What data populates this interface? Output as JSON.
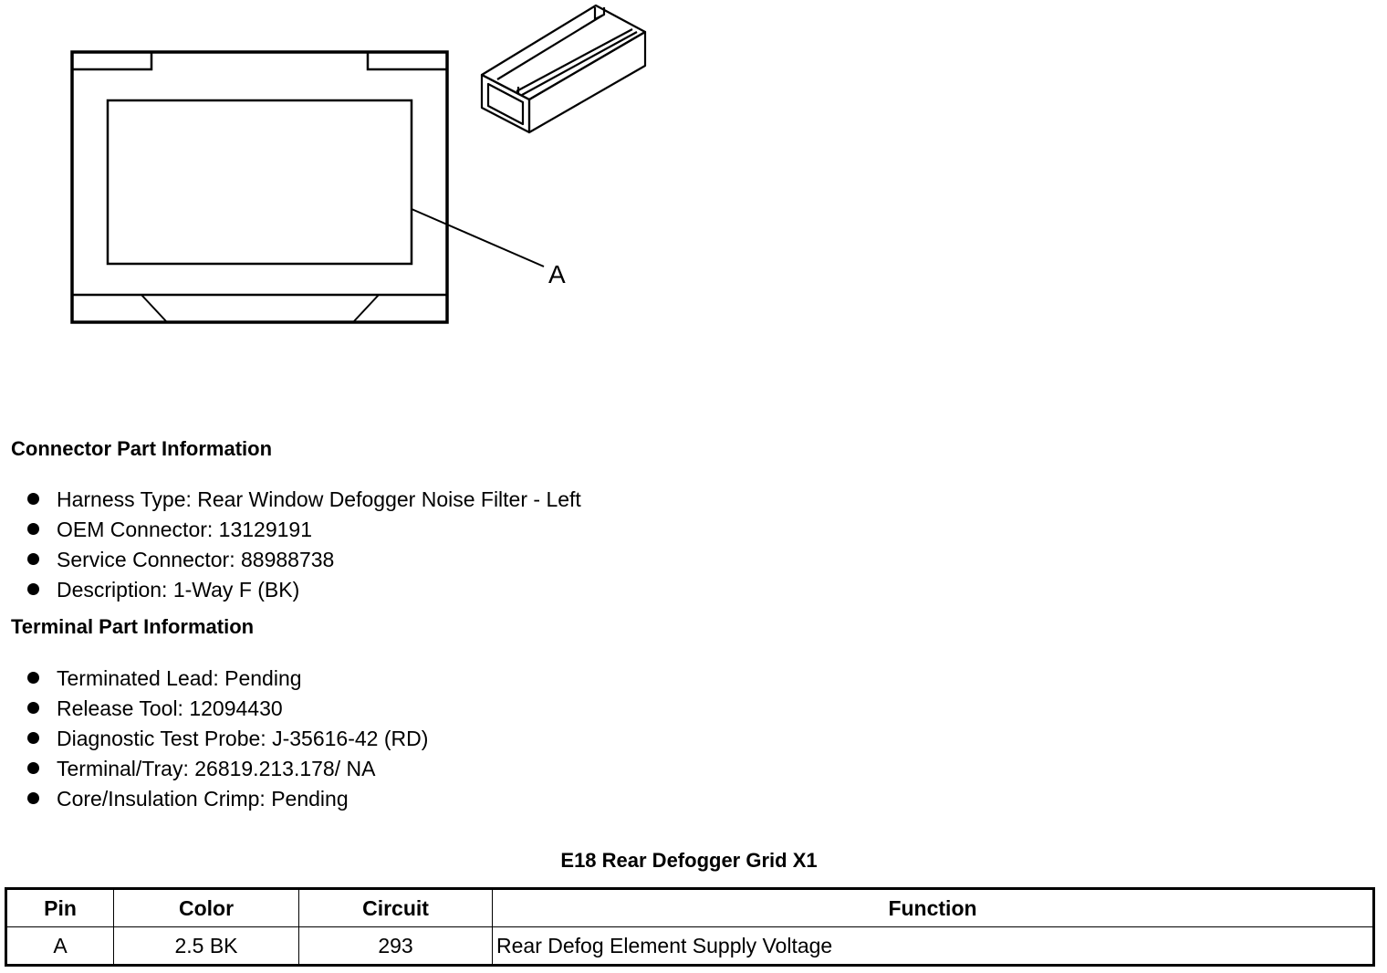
{
  "diagram": {
    "callout_label": "A"
  },
  "connector_info": {
    "heading": "Connector Part Information",
    "items": [
      "Harness Type: Rear Window Defogger Noise Filter - Left",
      "OEM Connector: 13129191",
      "Service Connector: 88988738",
      "Description: 1-Way F (BK)"
    ]
  },
  "terminal_info": {
    "heading": "Terminal Part Information",
    "items": [
      "Terminated Lead: Pending",
      "Release Tool: 12094430",
      "Diagnostic Test Probe: J-35616-42 (RD)",
      "Terminal/Tray: 26819.213.178/ NA",
      "Core/Insulation Crimp: Pending"
    ]
  },
  "pin_table": {
    "title": "E18 Rear Defogger Grid X1",
    "headers": [
      "Pin",
      "Color",
      "Circuit",
      "Function"
    ],
    "rows": [
      [
        "A",
        "2.5 BK",
        "293",
        "Rear Defog Element Supply Voltage"
      ]
    ]
  }
}
